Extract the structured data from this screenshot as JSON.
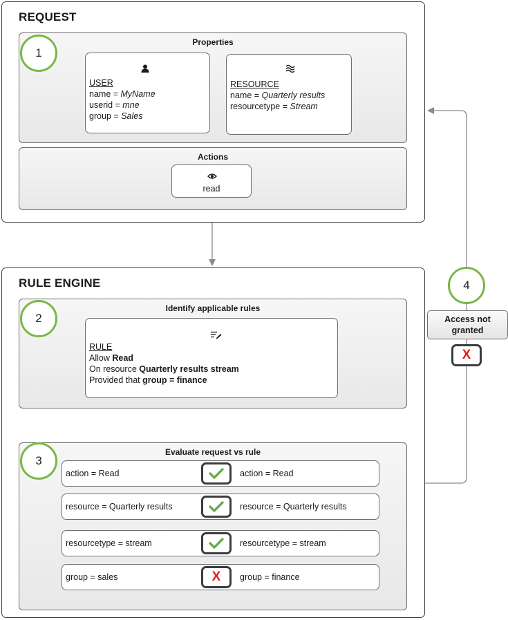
{
  "request": {
    "title": "REQUEST",
    "properties": {
      "title": "Properties",
      "user": {
        "icon": "user-icon",
        "header": "USER",
        "fields": [
          {
            "key": "name = ",
            "value": "MyName"
          },
          {
            "key": "userid = ",
            "value": "mne"
          },
          {
            "key": "group = ",
            "value": "Sales"
          }
        ]
      },
      "resource": {
        "icon": "stream-icon",
        "header": "RESOURCE",
        "fields": [
          {
            "key": "name = ",
            "value": "Quarterly results"
          },
          {
            "key": "resourcetype = ",
            "value": "Stream"
          }
        ]
      }
    },
    "actions": {
      "title": "Actions",
      "icon": "eye-icon",
      "label": "read"
    }
  },
  "rule_engine": {
    "title": "RULE ENGINE",
    "identify": {
      "title": "Identify applicable rules",
      "icon": "list-edit-icon",
      "rule_header": "RULE",
      "lines": [
        {
          "text": "Allow ",
          "bold": "Read"
        },
        {
          "text": "On resource ",
          "bold": "Quarterly results stream"
        },
        {
          "text": "Provided that ",
          "bold": "group = finance"
        }
      ]
    },
    "evaluate": {
      "title": "Evaluate request vs rule",
      "rows": [
        {
          "left": "action = Read",
          "right": "action = Read",
          "result": "match"
        },
        {
          "left": "resource = Quarterly results",
          "right": "resource = Quarterly results",
          "result": "match"
        },
        {
          "left": "resourcetype = stream",
          "right": "resourcetype = stream",
          "result": "match"
        },
        {
          "left": "group = sales",
          "right": "group = finance",
          "result": "mismatch"
        }
      ]
    }
  },
  "steps": [
    "1",
    "2",
    "3",
    "4"
  ],
  "outcome": {
    "label": "Access not granted",
    "result": "mismatch",
    "symbol": "X"
  },
  "colors": {
    "step_ring": "#7ab648",
    "check": "#6aa84f",
    "cross": "#e02020",
    "connector": "#8a8a8a"
  }
}
